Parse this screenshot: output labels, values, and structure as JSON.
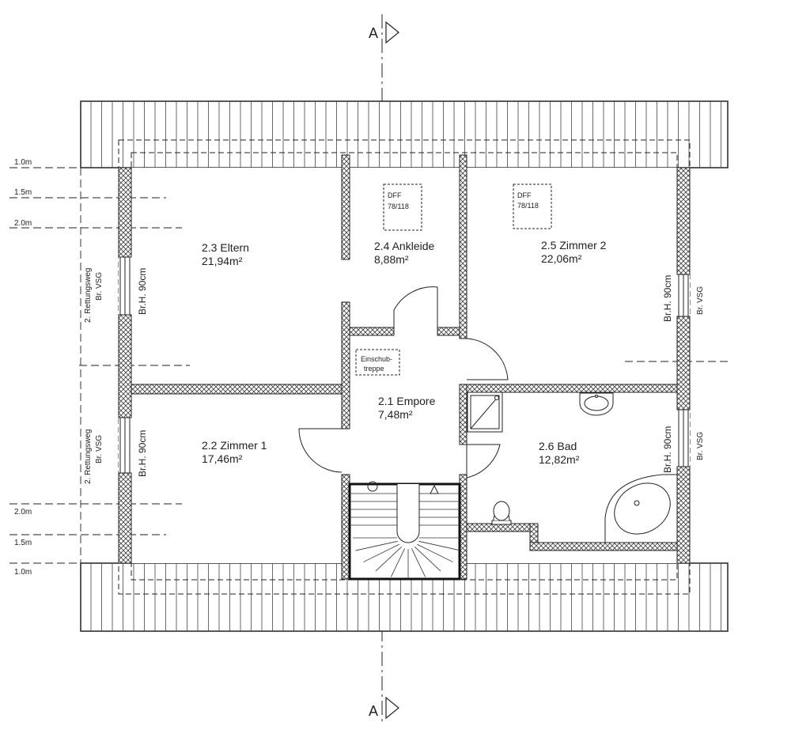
{
  "section_marker": "A",
  "levels": {
    "top": [
      "1.0m",
      "1.5m",
      "2.0m"
    ],
    "bottom": [
      "2.0m",
      "1.5m",
      "1.0m"
    ]
  },
  "rooms": [
    {
      "id": "eltern",
      "name": "2.3 Eltern",
      "area": "21,94",
      "unit": "m²"
    },
    {
      "id": "ankleide",
      "name": "2.4 Ankleide",
      "area": "8,88",
      "unit": "m²"
    },
    {
      "id": "zimmer2",
      "name": "2.5 Zimmer 2",
      "area": "22,06",
      "unit": "m²"
    },
    {
      "id": "empore",
      "name": "2.1 Empore",
      "area": "7,48",
      "unit": "m²"
    },
    {
      "id": "zimmer1",
      "name": "2.2 Zimmer 1",
      "area": "17,46",
      "unit": "m²"
    },
    {
      "id": "bad",
      "name": "2.6 Bad",
      "area": "12,82",
      "unit": "m²"
    }
  ],
  "skylights": [
    {
      "id": "skylight-ankleide",
      "line1": "DFF",
      "line2": "78/118"
    },
    {
      "id": "skylight-zimmer2",
      "line1": "DFF",
      "line2": "78/118"
    }
  ],
  "hatch": {
    "line1": "Einschub-",
    "line2": "treppe"
  },
  "window_label": "Br.H. 90cm",
  "glass_label": "Br. VSG",
  "escape_label_line1": "2. Rettungsweg",
  "escape_label_line2": "Br. VSG"
}
